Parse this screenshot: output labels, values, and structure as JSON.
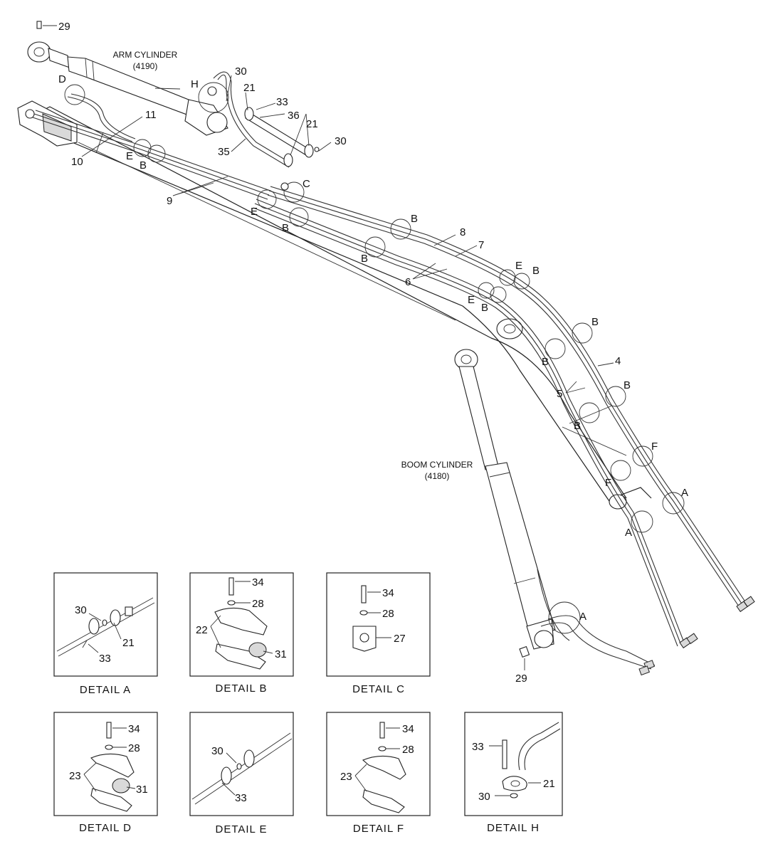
{
  "captions": {
    "arm_cylinder": [
      "ARM CYLINDER",
      "(4190)"
    ],
    "boom_cylinder": [
      "BOOM CYLINDER",
      "(4180)"
    ]
  },
  "callouts": {
    "n29_top": "29",
    "n30_top": "30",
    "n21_top": "21",
    "n33_top": "33",
    "n36": "36",
    "n21_mid": "21",
    "n30_mid": "30",
    "n35": "35",
    "n11": "11",
    "n10": "10",
    "n9": "9",
    "n8": "8",
    "n7": "7",
    "n6": "6",
    "n4": "4",
    "n5": "5",
    "n29_bottom": "29",
    "H": "H",
    "D": "D",
    "C": "C",
    "E1": "E",
    "B1": "B",
    "E2": "E",
    "B2": "B",
    "B3": "B",
    "B4": "B",
    "E3": "E",
    "B5": "B",
    "E4": "E",
    "B6": "B",
    "B7": "B",
    "B8": "B",
    "B9": "B",
    "B10": "B",
    "F1": "F",
    "F2": "F",
    "A1": "A",
    "A2": "A",
    "A3": "A"
  },
  "details": {
    "A": {
      "title": "DETAIL  A",
      "labels": [
        "30",
        "21",
        "33"
      ]
    },
    "B": {
      "title": "DETAIL  B",
      "labels": [
        "34",
        "28",
        "22",
        "31"
      ]
    },
    "C": {
      "title": "DETAIL  C",
      "labels": [
        "34",
        "28",
        "27"
      ]
    },
    "D": {
      "title": "DETAIL  D",
      "labels": [
        "34",
        "28",
        "23",
        "31"
      ]
    },
    "E": {
      "title": "DETAIL  E",
      "labels": [
        "30",
        "33"
      ]
    },
    "F": {
      "title": "DETAIL  F",
      "labels": [
        "34",
        "28",
        "23"
      ]
    },
    "H": {
      "title": "DETAIL  H",
      "labels": [
        "33",
        "21",
        "30"
      ]
    }
  }
}
